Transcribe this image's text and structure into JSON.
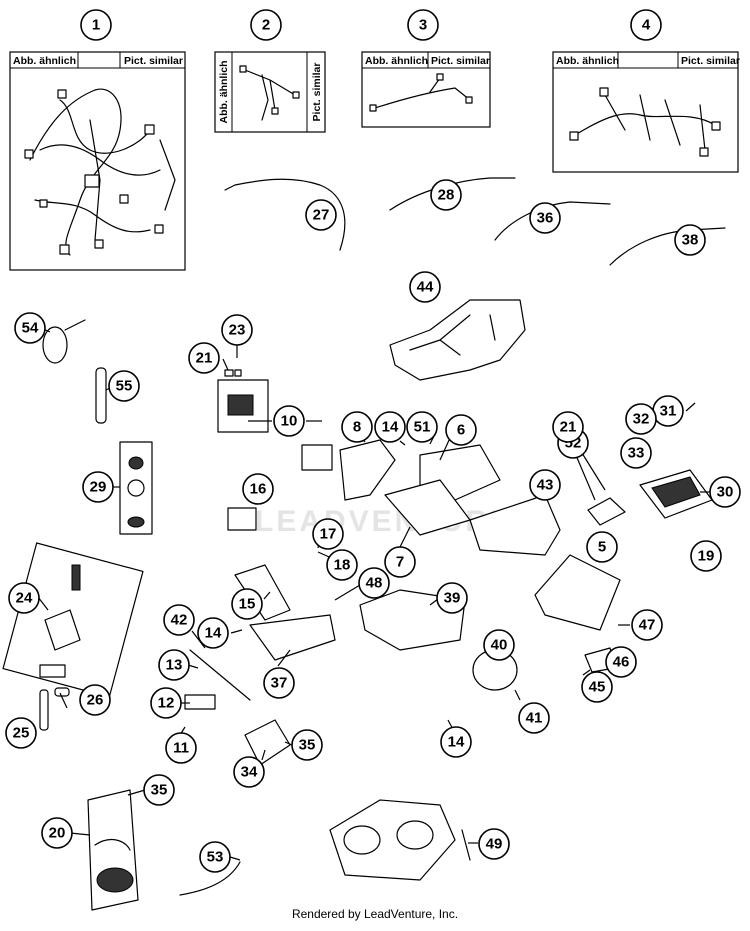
{
  "watermark": "LEADVENTURE",
  "footer": "Rendered by LeadVenture, Inc.",
  "box_labels": {
    "abb": "Abb. ähnlich",
    "pict": "Pict. similar"
  },
  "callouts": [
    "1",
    "2",
    "3",
    "4",
    "5",
    "6",
    "7",
    "8",
    "10",
    "11",
    "12",
    "13",
    "14",
    "15",
    "16",
    "17",
    "18",
    "19",
    "20",
    "21",
    "23",
    "24",
    "25",
    "26",
    "27",
    "28",
    "29",
    "30",
    "31",
    "32",
    "33",
    "34",
    "35",
    "36",
    "37",
    "38",
    "39",
    "40",
    "41",
    "42",
    "43",
    "44",
    "45",
    "46",
    "47",
    "48",
    "49",
    "51",
    "52",
    "53",
    "54",
    "55"
  ]
}
